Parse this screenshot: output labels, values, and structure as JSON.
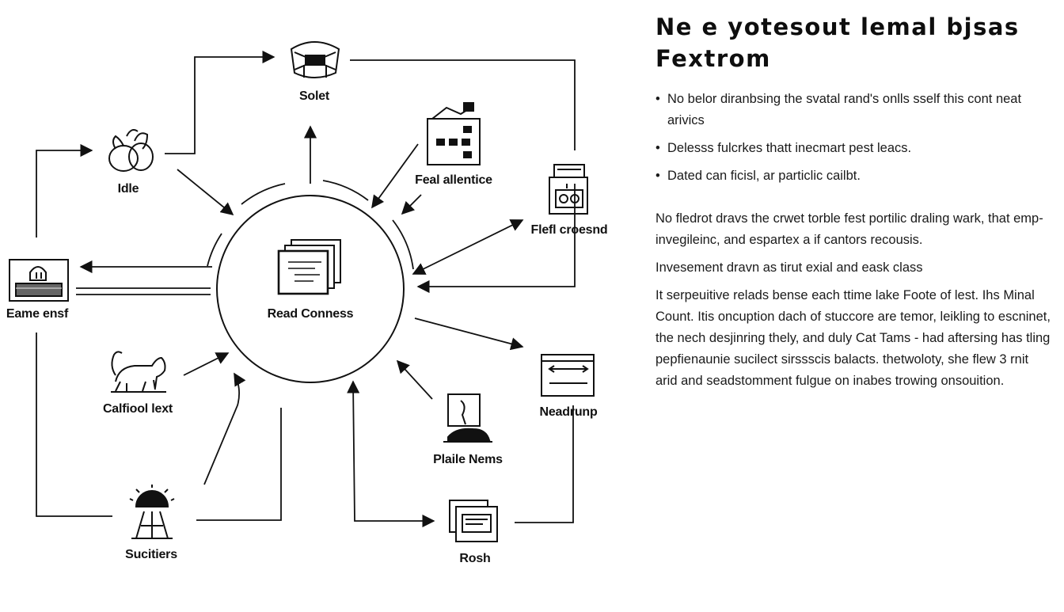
{
  "diagram": {
    "center_label": "Read Conness",
    "nodes": {
      "solet": "Solet",
      "idle": "Idle",
      "feal": "Feal allentice",
      "flefl": "Flefl croesnd",
      "eame": "Eame ensf",
      "calfiool": "Calfiool lext",
      "neadrunp": "Neadrunp",
      "plaile": "Plaile Nems",
      "sucitiers": "Sucitiers",
      "rosh": "Rosh"
    }
  },
  "panel": {
    "title": "Ne e yotesout lemal bjsas Fextrom",
    "bullets": [
      "No belor diranbsing the svatal rand's onlls sself this cont neat arivics",
      "Delesss fulcrkes thatt inecmart pest leacs.",
      "Dated can ficisl, ar particlic cailbt."
    ],
    "paragraphs": [
      "No fledrot dravs the crwet torble fest portilic draling wark, that emp-invegileinc, and espartex a if cantors recousis.",
      "Invesement dravn as tirut exial and eask class",
      "It serpeuitive relads bense each ttime lake Foote of lest. Ihs Minal Count. Itis oncuption dach of stuccore are temor, leikling to escninet, the nech desjinring thely, and duly Cat Tams - had aftersing has tling pepfienaunie sucilect sirssscis balacts. thetwoloty, she flew 3 rnit arid and seadstomment fulgue on inabes trowing onsouition."
    ]
  },
  "colors": {
    "ink": "#111111",
    "background": "#ffffff"
  }
}
